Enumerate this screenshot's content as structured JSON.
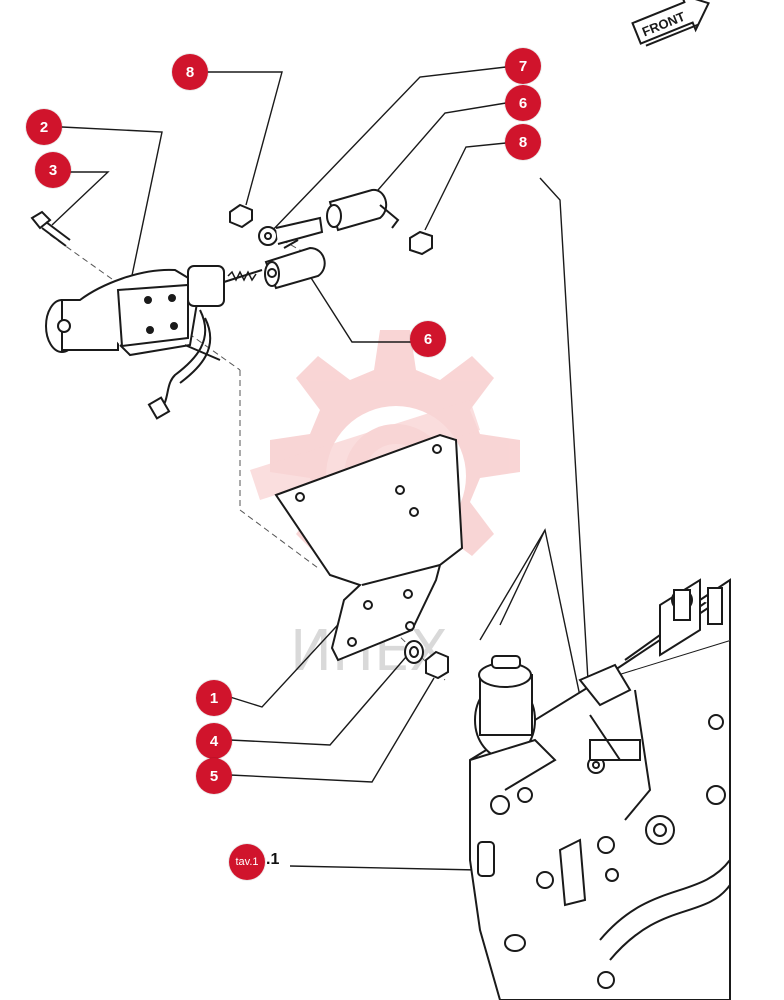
{
  "callouts": [
    {
      "id": "c2",
      "label": "2"
    },
    {
      "id": "c3",
      "label": "3"
    },
    {
      "id": "c8a",
      "label": "8"
    },
    {
      "id": "c7",
      "label": "7"
    },
    {
      "id": "c6a",
      "label": "6"
    },
    {
      "id": "c8b",
      "label": "8"
    },
    {
      "id": "c6b",
      "label": "6"
    },
    {
      "id": "c1",
      "label": "1"
    },
    {
      "id": "c4",
      "label": "4"
    },
    {
      "id": "c5",
      "label": "5"
    },
    {
      "id": "ctav",
      "label": "tav.1"
    }
  ],
  "reference_suffix": ".1",
  "front_label": "FRONT",
  "watermark_text": "ИНЕХ",
  "colors": {
    "callout": "#d0142c",
    "watermark": "#f4b3b3",
    "ink": "#1a1a1a"
  }
}
